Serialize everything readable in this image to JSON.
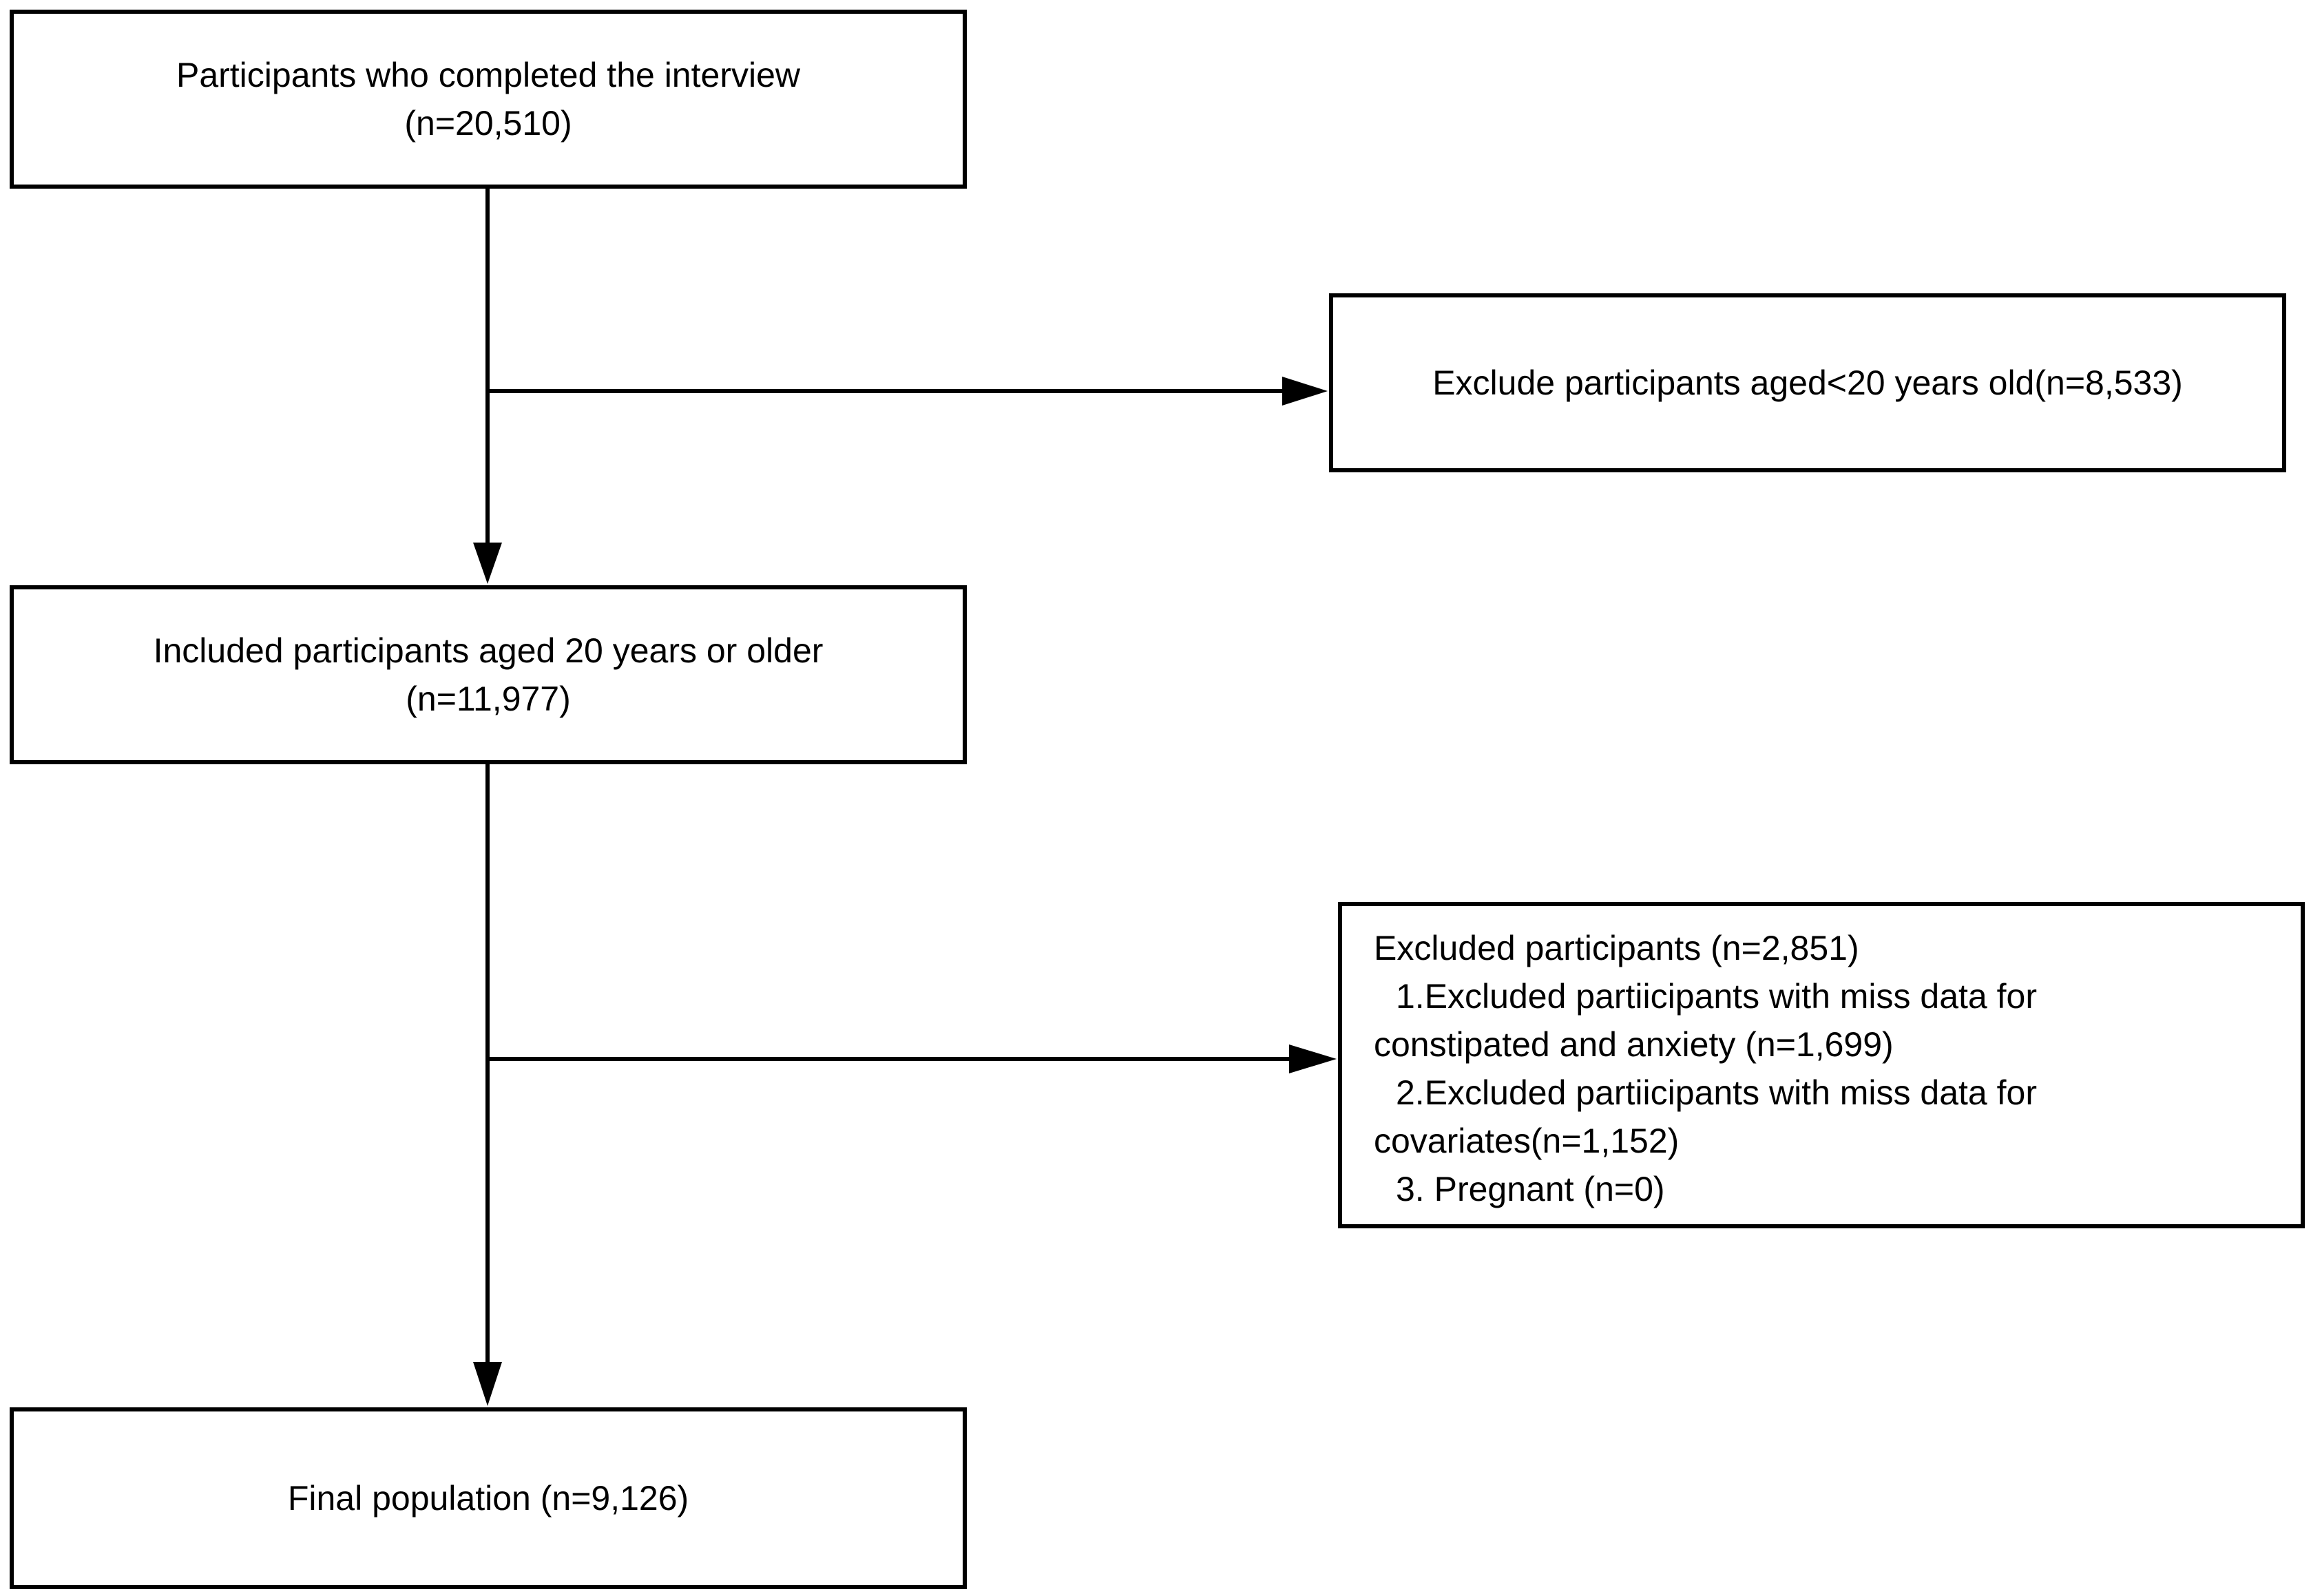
{
  "boxes": {
    "interview": {
      "line1": "Participants who completed the interview",
      "line2": "(n=20,510)"
    },
    "age_exclusion": {
      "line1": "Exclude participants aged<20 years old(n=8,533)"
    },
    "included": {
      "line1": "Included participants aged 20 years or older",
      "line2": "(n=11,977)"
    },
    "excluded": {
      "heading": "Excluded participants (n=2,851)",
      "item1_line1": "1.Excluded partiicipants with miss data for",
      "item1_line2": "constipated and anxiety (n=1,699)",
      "item2_line1": "2.Excluded partiicipants with miss data for",
      "item2_line2": "covariates(n=1,152)",
      "item3": "3. Pregnant (n=0)"
    },
    "final": {
      "line1": "Final population (n=9,126)"
    }
  },
  "colors": {
    "stroke": "#000000",
    "background": "#ffffff",
    "text": "#000000"
  }
}
